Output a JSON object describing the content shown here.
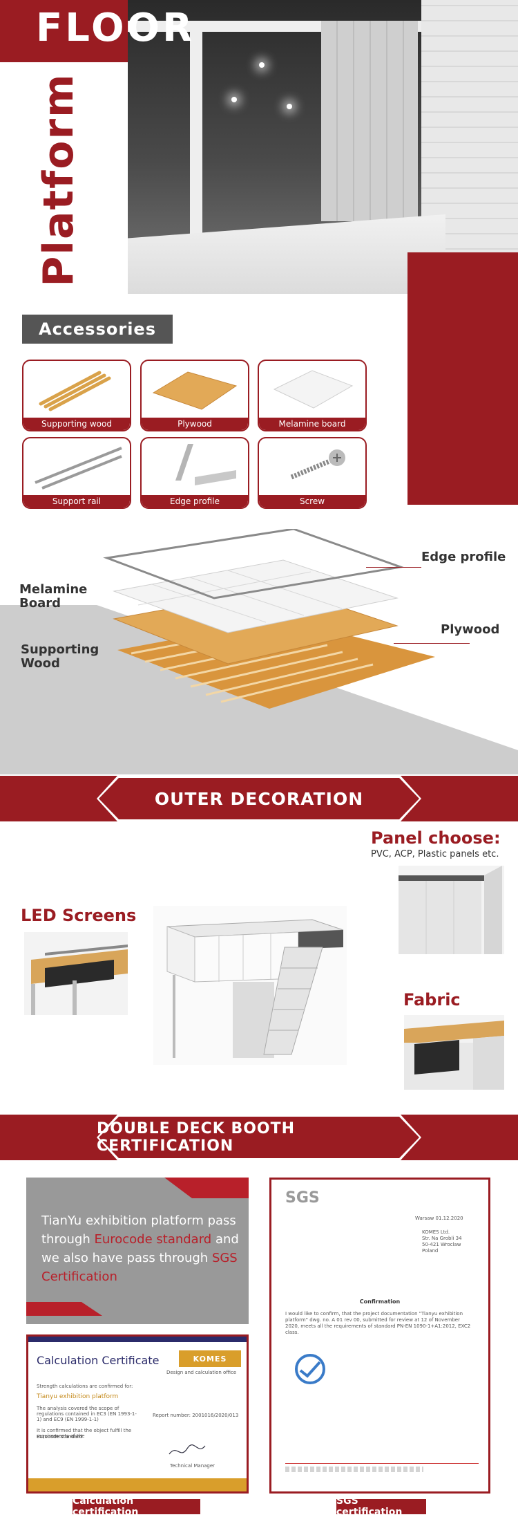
{
  "hero": {
    "title_top": "FLOOR",
    "title_vertical": "Platform"
  },
  "accessories": {
    "title": "Accessories",
    "items": [
      {
        "label": "Supporting wood"
      },
      {
        "label": "Plywood"
      },
      {
        "label": "Melamine board"
      },
      {
        "label": "Support rail"
      },
      {
        "label": "Edge profile"
      },
      {
        "label": "Screw"
      }
    ]
  },
  "diagram": {
    "edge_profile": "Edge profile",
    "melamine_board": "Melamine Board",
    "plywood": "Plywood",
    "supporting_wood": "Supporting Wood"
  },
  "outer_decoration": {
    "banner": "OUTER DECORATION",
    "panel_title": "Panel choose:",
    "panel_desc": "PVC, ACP, Plastic panels etc.",
    "led_title": "LED Screens",
    "fabric_title": "Fabric"
  },
  "certification": {
    "banner": "DOUBLE DECK BOOTH CERTIFICATION",
    "text_1": "TianYu exhibition platform pass through ",
    "text_red_1": "Eurocode standard",
    "text_2": " and we also have pass through ",
    "text_red_2": "SGS Certification",
    "calc_doc": {
      "title": "Calculation Certificate",
      "brand": "KOMES",
      "brand_sub": "Design and calculation office",
      "line1": "Strength calculations are confirmed for:",
      "project": "Tianyu exhibition platform",
      "line2": "The analysis covered the scope of regulations contained in EC3 (EN 1993-1-1) and EC9 (EN 1999-1-1)",
      "report": "Report number: 2001016/2020/013",
      "line3": "It is confirmed that the object fulfill the requirements of the",
      "standard": "Eurocode standard",
      "signer_title": "Technical Manager"
    },
    "sgs_doc": {
      "logo": "SGS",
      "date": "Warsaw 01.12.2020",
      "address_1": "KOMES Ltd.",
      "address_2": "Str. Na Grobli 34",
      "address_3": "50-421 Wroclaw",
      "address_4": "Poland",
      "heading": "Confirmation",
      "body": "I would like to confirm, that the project documentation \"Tianyu exhibition platform\" dwg. no. A 01 rev 00, submitted for review at 12 of November 2020, meets all the requirements of standard PN-EN 1090-1+A1:2012, EXC2 class."
    },
    "caption_calc": "Calculation certification",
    "caption_sgs": "SGS certification"
  },
  "colors": {
    "accent": "#9a1c22",
    "grey": "#555555"
  }
}
